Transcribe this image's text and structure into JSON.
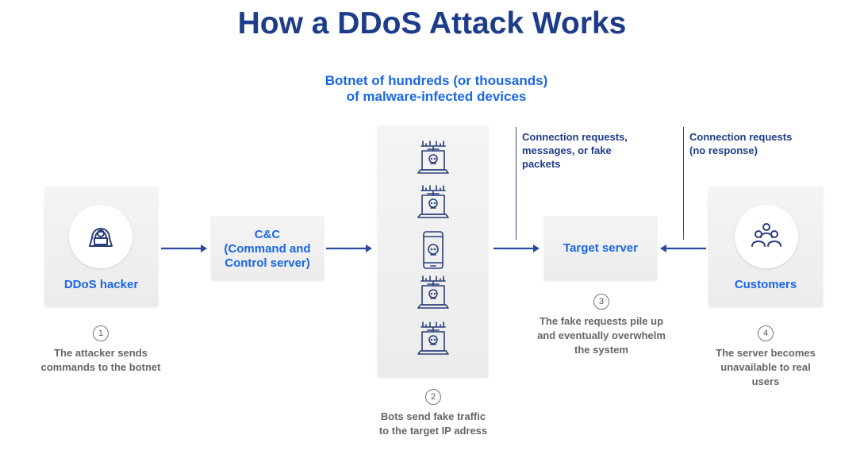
{
  "title": "How a DDoS Attack Works",
  "subtitle_line1": "Botnet of hundreds (or thousands)",
  "subtitle_line2": "of malware-infected devices",
  "hacker": {
    "label": "DDoS hacker",
    "step": "1",
    "caption_line1": "The attacker sends",
    "caption_line2": "commands to the botnet"
  },
  "cnc": {
    "line1": "C&C",
    "line2": "(Command and",
    "line3": "Control server)"
  },
  "botnet": {
    "step": "2",
    "caption_line1": "Bots send fake traffic",
    "caption_line2": "to the target IP adress"
  },
  "target": {
    "label": "Target server",
    "step": "3",
    "caption_line1": "The fake requests pile up",
    "caption_line2": "and eventually overwhelm",
    "caption_line3": "the system",
    "annotation_line1": "Connection requests,",
    "annotation_line2": "messages, or fake",
    "annotation_line3": "packets"
  },
  "customers": {
    "label": "Customers",
    "step": "4",
    "caption_line1": "The server becomes",
    "caption_line2": "unavailable to real",
    "caption_line3": "users",
    "annotation_line1": "Connection requests",
    "annotation_line2": "(no response)"
  },
  "colors": {
    "title": "#1d3c8a",
    "accent": "#1a66e8",
    "arrow": "#2a4aa0"
  }
}
